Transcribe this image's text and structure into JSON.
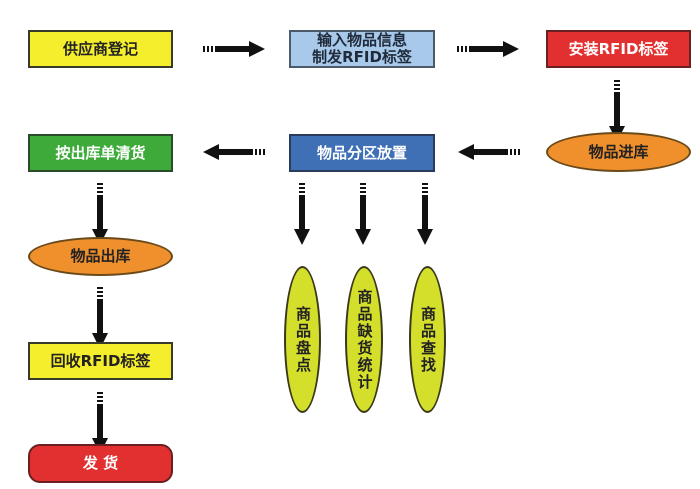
{
  "nodes": {
    "supplier_register": "供应商登记",
    "input_info_line1": "输入物品信息",
    "input_info_line2": "制发RFID标签",
    "install_tag": "安装RFID标签",
    "goods_in": "物品进库",
    "zone_placement": "物品分区放置",
    "clear_by_order": "按出库单清货",
    "goods_out": "物品出库",
    "recycle_tag": "回收RFID标签",
    "ship": "发 货",
    "inventory": "商品盘点",
    "shortage_stats": "商品缺货统计",
    "search": "商品查找"
  },
  "colors": {
    "yellow": "#f4ee2c",
    "light_blue": "#a9c9ea",
    "red": "#e23030",
    "green": "#3eaa3a",
    "blue": "#3f6fb5",
    "orange": "#f0902c",
    "lime": "#d4df2c"
  }
}
